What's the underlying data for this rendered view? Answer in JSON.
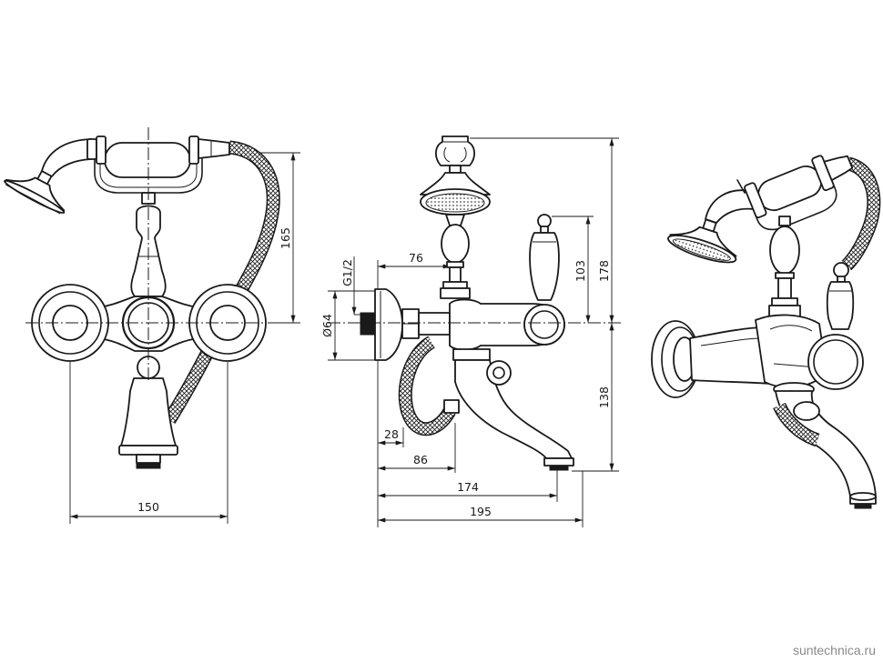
{
  "drawing": {
    "front_view": {
      "dim_height": "165",
      "dim_width": "150"
    },
    "side_view": {
      "dim_column_offset": "76",
      "dim_thread": "G1/2",
      "dim_flange_diameter": "Ø64",
      "dim_lever_height": "103",
      "dim_holder_height": "178",
      "dim_spout_drop": "138",
      "dim_28": "28",
      "dim_86": "86",
      "dim_174": "174",
      "dim_195": "195"
    }
  },
  "watermark": "suntechnica.ru",
  "colors": {
    "line": "#1a1a1a",
    "background": "#ffffff",
    "watermark": "#8a8a8a"
  }
}
